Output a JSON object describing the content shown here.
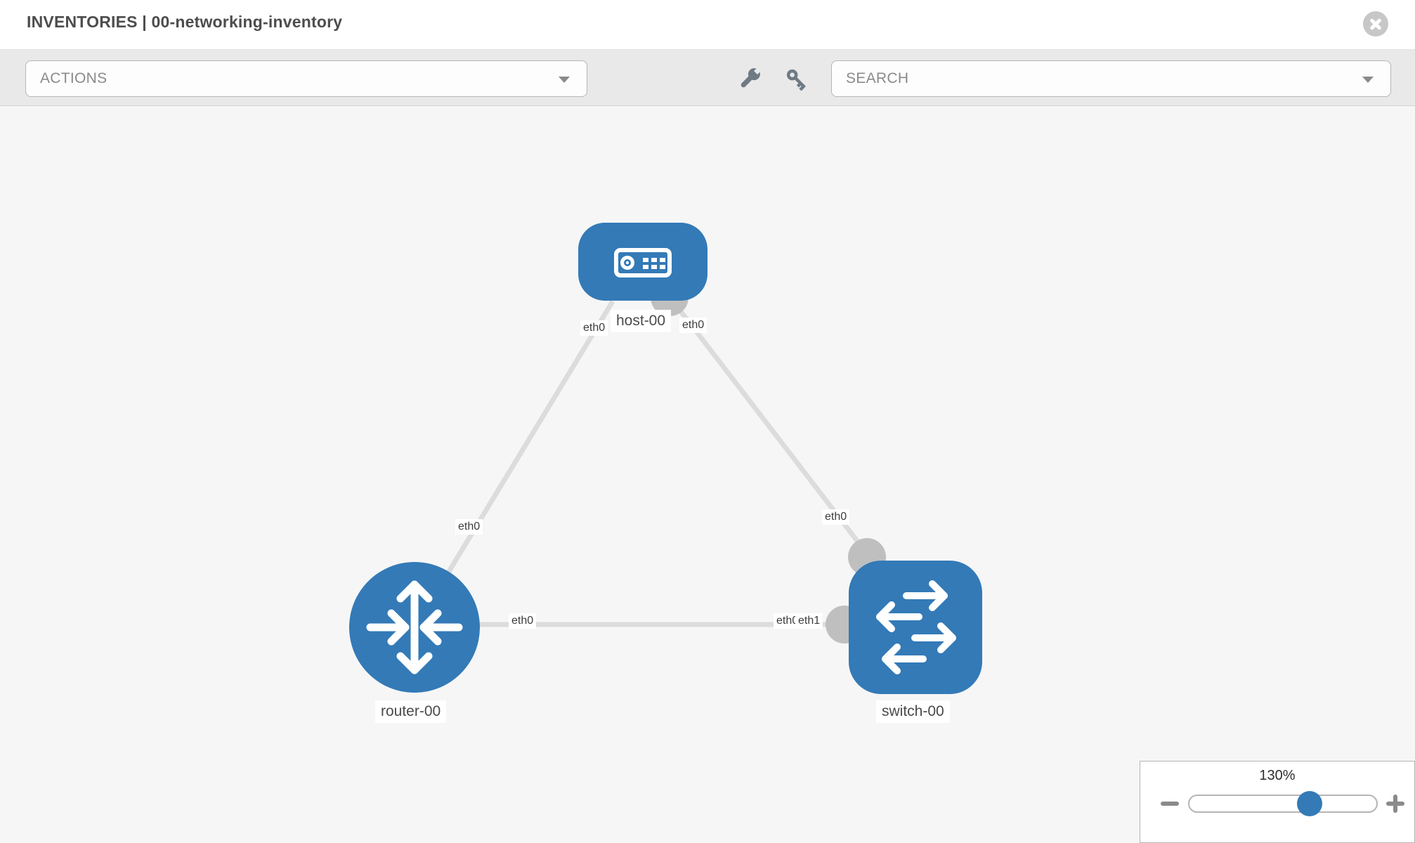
{
  "header": {
    "title": "INVENTORIES | 00-networking-inventory"
  },
  "toolbar": {
    "actions": {
      "placeholder": "ACTIONS"
    },
    "search": {
      "placeholder": "SEARCH"
    },
    "icons": {
      "wrench": "wrench",
      "key": "key"
    }
  },
  "colors": {
    "node_blue": "#337ab7",
    "link_gray": "#dcdcdc",
    "endpoint_gray": "#bfbfbf",
    "toolbar_gray": "#e9e9e9",
    "canvas_gray": "#f6f6f6"
  },
  "diagram": {
    "nodes": [
      {
        "id": "host-00",
        "label": "host-00",
        "type": "host"
      },
      {
        "id": "router-00",
        "label": "router-00",
        "type": "router"
      },
      {
        "id": "switch-00",
        "label": "switch-00",
        "type": "switch"
      }
    ],
    "links": [
      {
        "from": "router-00",
        "from_interface": "eth0",
        "to": "host-00",
        "to_interface": "eth0"
      },
      {
        "from": "host-00",
        "from_interface": "eth0",
        "to": "switch-00",
        "to_interface": "eth0"
      },
      {
        "from": "router-00",
        "from_interface": "eth0",
        "to": "switch-00",
        "to_interface": "eth1"
      }
    ],
    "interface_labels": [
      "eth0",
      "eth0",
      "eth0",
      "eth0",
      "eth0",
      "eth0",
      "eth1"
    ]
  },
  "zoom_control": {
    "level": "130%"
  }
}
